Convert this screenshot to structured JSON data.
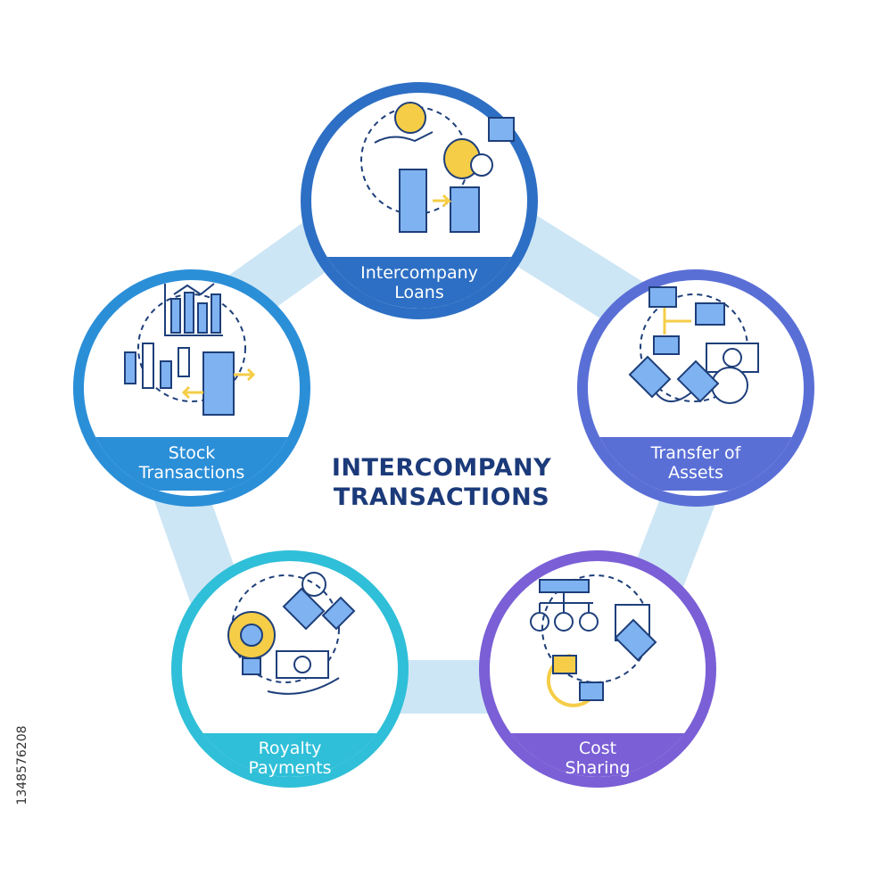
{
  "title": "INTERCOMPANY TRANSACTIONS",
  "title_lines": [
    "INTERCOMPANY",
    "TRANSACTIONS"
  ],
  "nodes": [
    {
      "id": "loans",
      "lines": [
        "Intercompany",
        "Loans"
      ],
      "color": "#2d6fc4"
    },
    {
      "id": "assets",
      "lines": [
        "Transfer of",
        "Assets"
      ],
      "color": "#5a6fd6"
    },
    {
      "id": "cost",
      "lines": [
        "Cost",
        "Sharing"
      ],
      "color": "#7a5fd6"
    },
    {
      "id": "royalty",
      "lines": [
        "Royalty",
        "Payments"
      ],
      "color": "#2fbfd8"
    },
    {
      "id": "stock",
      "lines": [
        "Stock",
        "Transactions"
      ],
      "color": "#2b8fd8"
    }
  ],
  "colors": {
    "connector": "#bfe6f3",
    "icon_outline": "#1e3f7a",
    "icon_blue": "#7fb2f0",
    "icon_yellow": "#f5cd47",
    "title": "#1b3a7a"
  },
  "stock_id": "1348576208"
}
